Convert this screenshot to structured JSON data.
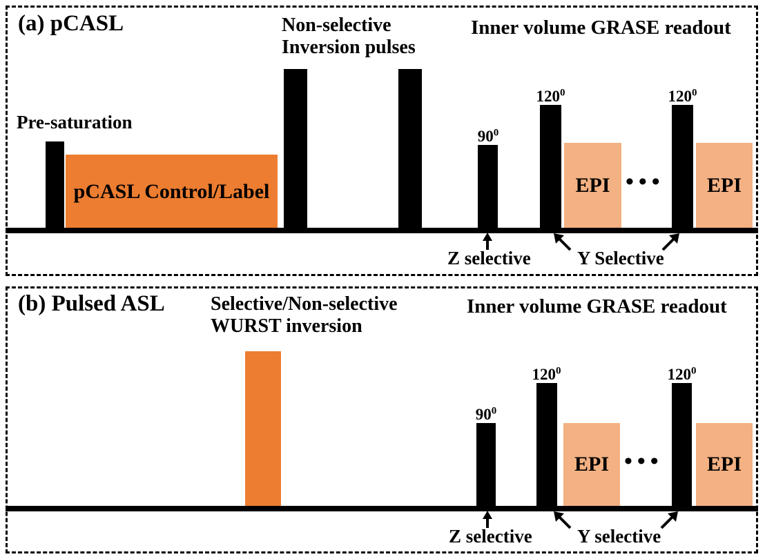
{
  "figure": {
    "colors": {
      "pulse_black": "#000000",
      "label_orange": "#ED7D31",
      "epi_orange": "#F4B183"
    },
    "panel_a": {
      "title": "(a) pCASL",
      "presaturation_label": "Pre-saturation",
      "control_box_label": "pCASL Control/Label",
      "inversion_line1": "Non-selective",
      "inversion_line2": "Inversion pulses",
      "readout_title": "Inner volume GRASE readout",
      "flip_90": "90",
      "flip_90_sup": "0",
      "flip_120": "120",
      "flip_120_sup": "0",
      "epi_label": "EPI",
      "dots": "•••",
      "z_selective_label": "Z selective",
      "y_selective_label": "Y Selective"
    },
    "panel_b": {
      "title": "(b) Pulsed ASL",
      "inversion_line1": "Selective/Non-selective",
      "inversion_line2": "WURST inversion",
      "readout_title": "Inner volume GRASE readout",
      "flip_90": "90",
      "flip_90_sup": "0",
      "flip_120": "120",
      "flip_120_sup": "0",
      "epi_label": "EPI",
      "dots": "•••",
      "z_selective_label": "Z selective",
      "y_selective_label": "Y selective"
    }
  }
}
